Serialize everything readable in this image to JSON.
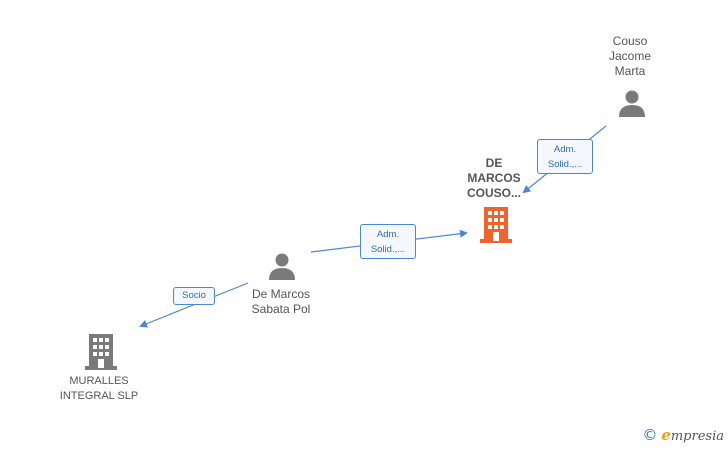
{
  "nodes": {
    "couso": {
      "label": "Couso\nJacome\nMarta",
      "icon": "person-icon"
    },
    "demarcos_company": {
      "label": "DE\nMARCOS\nCOUSO...",
      "icon": "building-icon",
      "color": "#f4622c"
    },
    "demarcos_person": {
      "label": "De Marcos\nSabata Pol",
      "icon": "person-icon"
    },
    "murallas": {
      "label": "MURALLES\nINTEGRAL  SLP",
      "icon": "building-icon",
      "color": "#7a7a7a"
    }
  },
  "edges": {
    "couso_to_company": {
      "label": "Adm.\nSolid.,..."
    },
    "person_to_company": {
      "label": "Adm.\nSolid.,..."
    },
    "person_to_murallas": {
      "label": "Socio"
    }
  },
  "colors": {
    "edge": "#4a86d4",
    "person": "#7a7a7a",
    "highlight": "#f4622c"
  },
  "brand": {
    "copyright": "©",
    "name": "mpresia",
    "initial": "e"
  }
}
